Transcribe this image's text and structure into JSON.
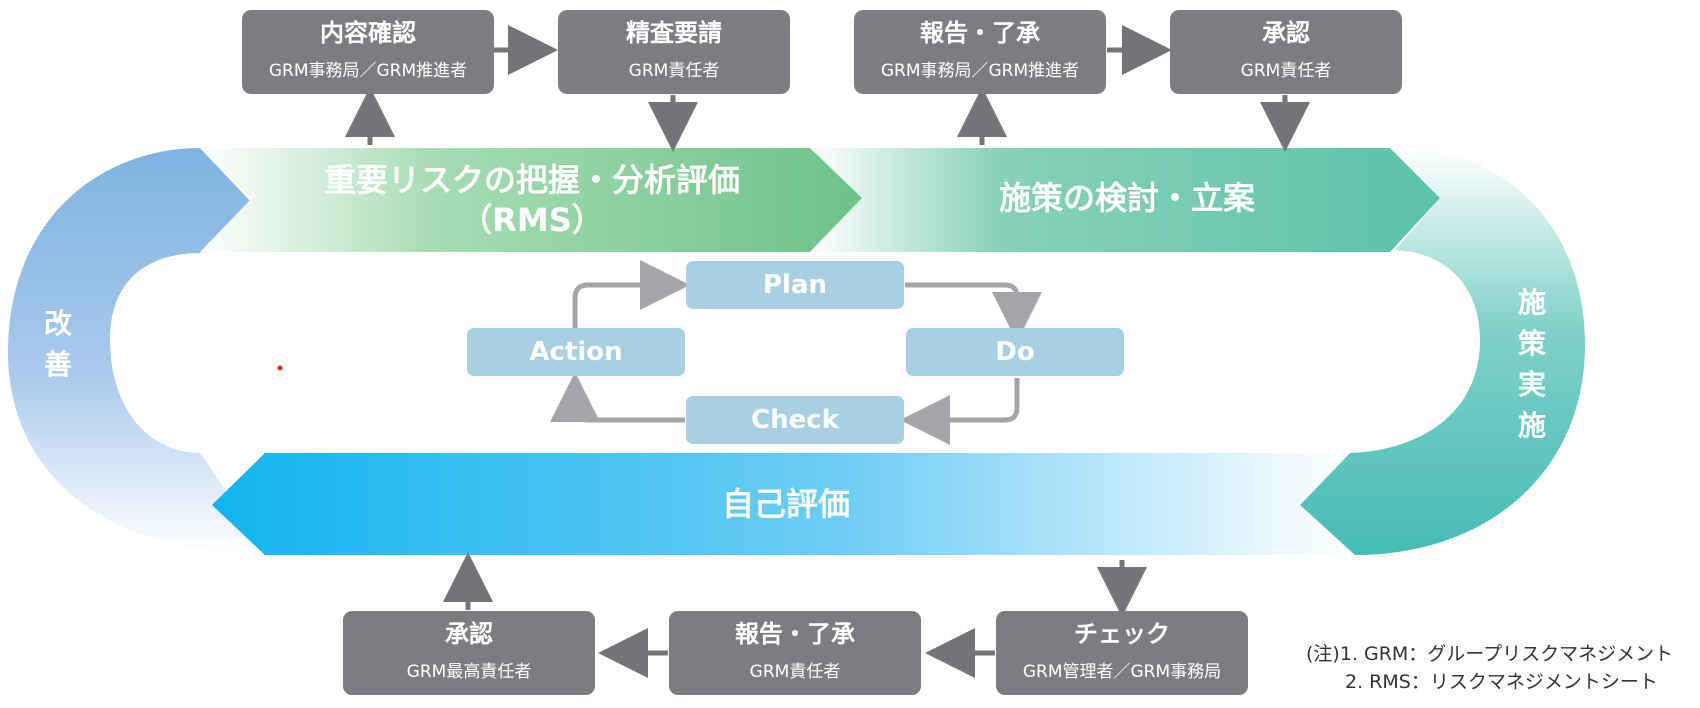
{
  "process_boxes": {
    "top_confirm": {
      "title": "内容確認",
      "sub": "GRM事務局／GRM推進者"
    },
    "top_review": {
      "title": "精査要請",
      "sub": "GRM責任者"
    },
    "top_report": {
      "title": "報告・了承",
      "sub": "GRM事務局／GRM推進者"
    },
    "top_approve": {
      "title": "承認",
      "sub": "GRM責任者"
    },
    "bot_check": {
      "title": "チェック",
      "sub": "GRM管理者／GRM事務局"
    },
    "bot_report": {
      "title": "報告・了承",
      "sub": "GRM責任者"
    },
    "bot_approve": {
      "title": "承認",
      "sub": "GRM最高責任者"
    }
  },
  "bands": {
    "analysis_line1": "重要リスクの把握・分析評価",
    "analysis_line2": "（RMS）",
    "planning": "施策の検討・立案",
    "self_eval": "自己評価",
    "improve": "改\n善",
    "implement": "施\n策\n実\n施"
  },
  "pdca": {
    "plan": "Plan",
    "do": "Do",
    "check": "Check",
    "action": "Action"
  },
  "notes": {
    "line1": "(注)1. GRM：グループリスクマネジメント",
    "line2": "2. RMS：リスクマネジメントシート"
  },
  "colors": {
    "box_gray": "#7c7d80",
    "arrow_gray": "#737477",
    "pdca_blue": "#a9d0e2",
    "green": "#77c48c",
    "teal": "#5fc3b4",
    "blue": "#1fb9f0",
    "left_blue": "#8ab7e2"
  }
}
